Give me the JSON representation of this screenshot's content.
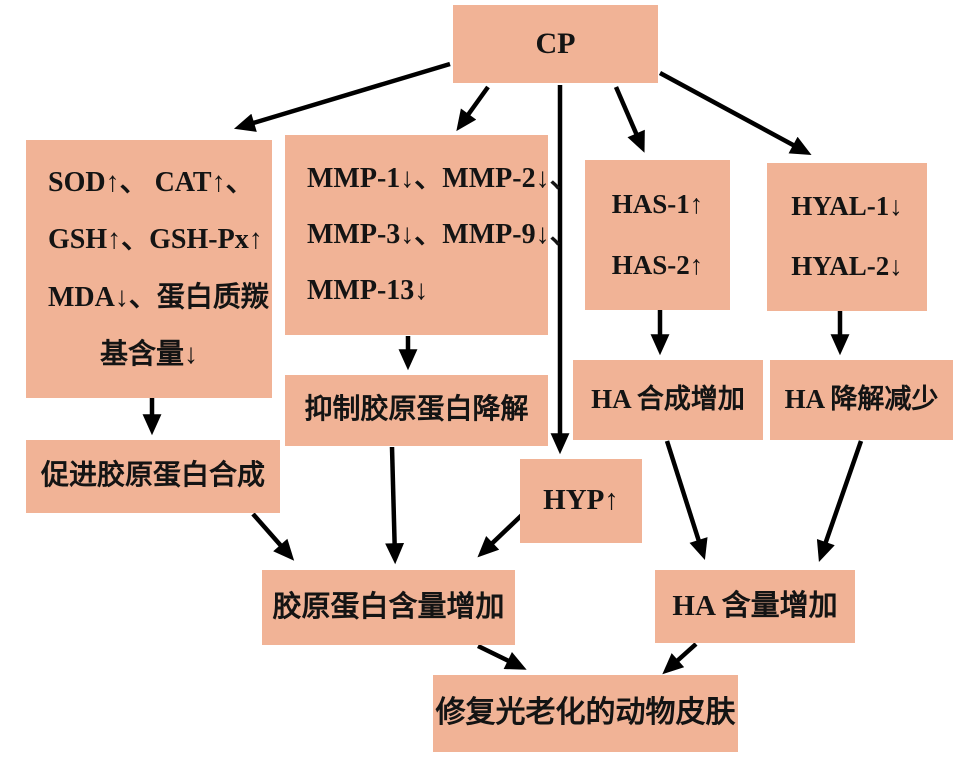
{
  "title": "CP repair photoaged skin mechanism flowchart",
  "colors": {
    "box_fill": "#f1b396",
    "arrow": "#000000",
    "text": "#141414",
    "background": "#ffffff"
  },
  "nodes": {
    "cp": {
      "lines": [
        "CP"
      ]
    },
    "antioxidant": {
      "lines": [
        "SOD↑、 CAT↑、",
        "GSH↑、GSH-Px↑",
        "MDA↓、蛋白质羰",
        "基含量↓"
      ]
    },
    "mmp": {
      "lines": [
        "MMP-1↓、MMP-2↓、",
        "MMP-3↓、MMP-9↓、",
        "MMP-13↓"
      ]
    },
    "has": {
      "lines": [
        "HAS-1↑",
        "HAS-2↑"
      ]
    },
    "hyal": {
      "lines": [
        "HYAL-1↓",
        "HYAL-2↓"
      ]
    },
    "inhibit_collagen_degradation": {
      "lines": [
        "抑制胶原蛋白降解"
      ]
    },
    "ha_synthesis_up": {
      "lines": [
        "HA 合成增加"
      ]
    },
    "ha_degradation_down": {
      "lines": [
        "HA 降解减少"
      ]
    },
    "promote_collagen_synthesis": {
      "lines": [
        "促进胶原蛋白合成"
      ]
    },
    "hyp": {
      "lines": [
        "HYP↑"
      ]
    },
    "collagen_content_up": {
      "lines": [
        "胶原蛋白含量增加"
      ]
    },
    "ha_content_up": {
      "lines": [
        "HA 含量增加"
      ]
    },
    "repair_photoaged_skin": {
      "lines": [
        "修复光老化的动物皮肤"
      ]
    }
  }
}
